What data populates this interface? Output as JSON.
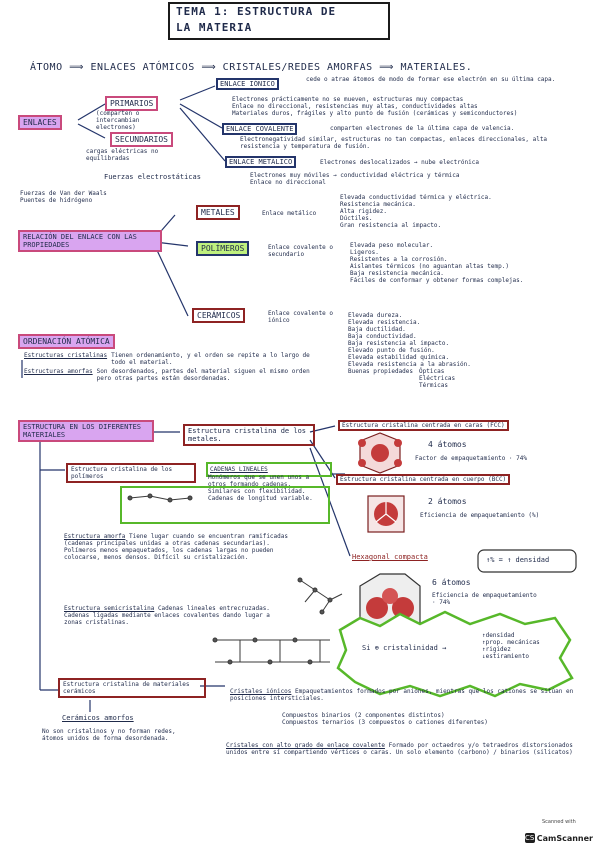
{
  "title": {
    "line1": "TEMA 1: ESTRUCTURA DE",
    "line2": "LA MATERIA"
  },
  "flow": "ÁTOMO ⟹ ENLACES ATÓMICOS ⟹ CRISTALES/REDES AMORFAS ⟹ MATERIALES.",
  "enlaces": {
    "label": "ENLACES",
    "primarios": {
      "label": "PRIMARIOS",
      "note": "(comparten o intercambian electrones)"
    },
    "secundarios": {
      "label": "SECUNDARIOS",
      "note": "cargas eléctricas no equilibradas"
    },
    "fuerzas": "Fuerzas electrostáticas",
    "fuerzas_items": [
      "Fuerzas de Van der Waals",
      "Puentes de hidrógeno"
    ],
    "ionico": {
      "label": "ENLACE IÓNICO",
      "desc": "cede o atrae átomos de modo de formar ese electrón en su última capa.",
      "items": [
        "Electrones prácticamente no se mueven, estructuras muy compactas",
        "Enlace no direccional, resistencias muy altas, conductividades altas",
        "Materiales duros, frágiles y alto punto de fusión (cerámicas y semiconductores)"
      ]
    },
    "covalente": {
      "label": "ENLACE COVALENTE",
      "desc": "comparten electrones de la última capa de valencia.",
      "items": [
        "Electronegatividad similar, estructuras no tan compactas, enlaces direccionales, alta resistencia y temperatura de fusión."
      ]
    },
    "metalico": {
      "label": "ENLACE METÁLICO",
      "desc": "Electrones deslocalizados → nube electrónica",
      "items": [
        "Electrones muy móviles → conductividad eléctrica y térmica",
        "Enlace no direccional"
      ]
    }
  },
  "relacion": {
    "label": "RELACIÓN DEL ENLACE CON LAS PROPIEDADES",
    "metales": {
      "label": "METALES",
      "enlace": "Enlace metálico",
      "props": [
        "Elevada conductividad térmica y eléctrica.",
        "Resistencia mecánica.",
        "Alta rigidez.",
        "Dúctiles.",
        "Gran resistencia al impacto."
      ]
    },
    "polimeros": {
      "label": "POLÍMEROS",
      "enlace": "Enlace covalente o secundario",
      "props": [
        "Elevada peso molecular.",
        "Ligeros.",
        "Resistentes a la corrosión.",
        "Aislantes térmicos (no aguantan altas temp.)",
        "Baja resistencia mecánica.",
        "Fáciles de conformar y obtener formas complejas."
      ]
    },
    "ceramicos": {
      "label": "CERÁMICOS",
      "enlace": "Enlace covalente o iónico",
      "props": [
        "Elevada dureza.",
        "Elevada resistencia.",
        "Baja ductilidad.",
        "Baja conductividad.",
        "Baja resistencia al impacto.",
        "Elevado punto de fusión.",
        "Elevada estabilidad química.",
        "Elevada resistencia a la abrasión."
      ],
      "optica_label": "Buenas propiedades",
      "optica": [
        "Ópticas",
        "Eléctricas",
        "Térmicas"
      ]
    }
  },
  "ordenacion": {
    "label": "ORDENACIÓN ATÓMICA",
    "items": [
      {
        "term": "Estructuras cristalinas",
        "desc": "Tienen ordenamiento, y el orden se repite a lo largo de todo el material."
      },
      {
        "term": "Estructuras amorfas",
        "desc": "Son desordenados, partes del material siguen el mismo orden pero otras partes están desordenadas."
      }
    ]
  },
  "estructura": {
    "label": "ESTRUCTURA EN LOS DIFERENTES MATERIALES",
    "metales": {
      "label": "Estructura cristalina de los metales.",
      "fcc": {
        "label": "Estructura cristalina centrada en caras (FCC)",
        "atomos": "4 átomos",
        "factor": "Factor de empaquetamiento · 74%"
      },
      "bcc": {
        "label": "Estructura cristalina centrada en cuerpo (BCC)",
        "atomos": "2 átomos",
        "factor": "Eficiencia de empaquetamiento (%)"
      },
      "hcp": {
        "label": "Hexagonal compacta",
        "formula": "↑% = ↑ densidad",
        "atomos": "6 átomos",
        "factor": "Eficiencia de empaquetamiento · 74%"
      }
    },
    "polimeros": {
      "label": "Estructura cristalina de los polímeros",
      "cadenas": {
        "label": "CADENAS LINEALES",
        "desc": "Monómeros que se unen unos a otros formando cadenas. Similares con flexibilidad. Cadenas de longitud variable."
      },
      "amorfa": {
        "label": "Estructura amorfa",
        "desc": "Tiene lugar cuando se encuentran ramificadas (cadenas principales unidas a otras cadenas secundarias). Polímeros menos empaquetados, los cadenas largas no pueden colocarse, menos densos. Difícil su cristalización."
      },
      "semicristalina": {
        "label": "Estructura semicristalina",
        "desc": "Cadenas lineales entrecruzadas. Cadenas ligadas mediante enlaces covalentes dando lugar a zonas cristalinas."
      }
    },
    "cristalinidad": {
      "text": "Si ⊕ cristalinidad →",
      "items": [
        "↑densidad",
        "↑prop. mecánicas",
        "↑rigidez",
        "↓estiramiento"
      ]
    },
    "ceramicos": {
      "label": "Estructura cristalina de materiales cerámicos",
      "ionicos": {
        "label": "Cristales iónicos",
        "desc": "Empaquetamientos formados por aniones, mientras que los cationes se sitúan en posiciones intersticiales.",
        "items": [
          "Compuestos binarios (2 componentes distintos)",
          "Compuestos ternarios (3 compuestos o cationes diferentes)"
        ]
      },
      "covalente": {
        "label": "Cristales con alto grado de enlace covalente",
        "desc": "Formado por octaedros y/o tetraedros distorsionados unidos entre sí compartiendo vértices o caras. Un solo elemento (carbono) / binarios (silicatos)"
      },
      "amorfos": {
        "label": "Cerámicos amorfos",
        "desc": "No son cristalinos y no forman redes, átomos unidos de forma desordenada."
      }
    }
  },
  "footer": {
    "scanned": "Scanned with",
    "brand": "CamScanner",
    "badge": "CS"
  }
}
